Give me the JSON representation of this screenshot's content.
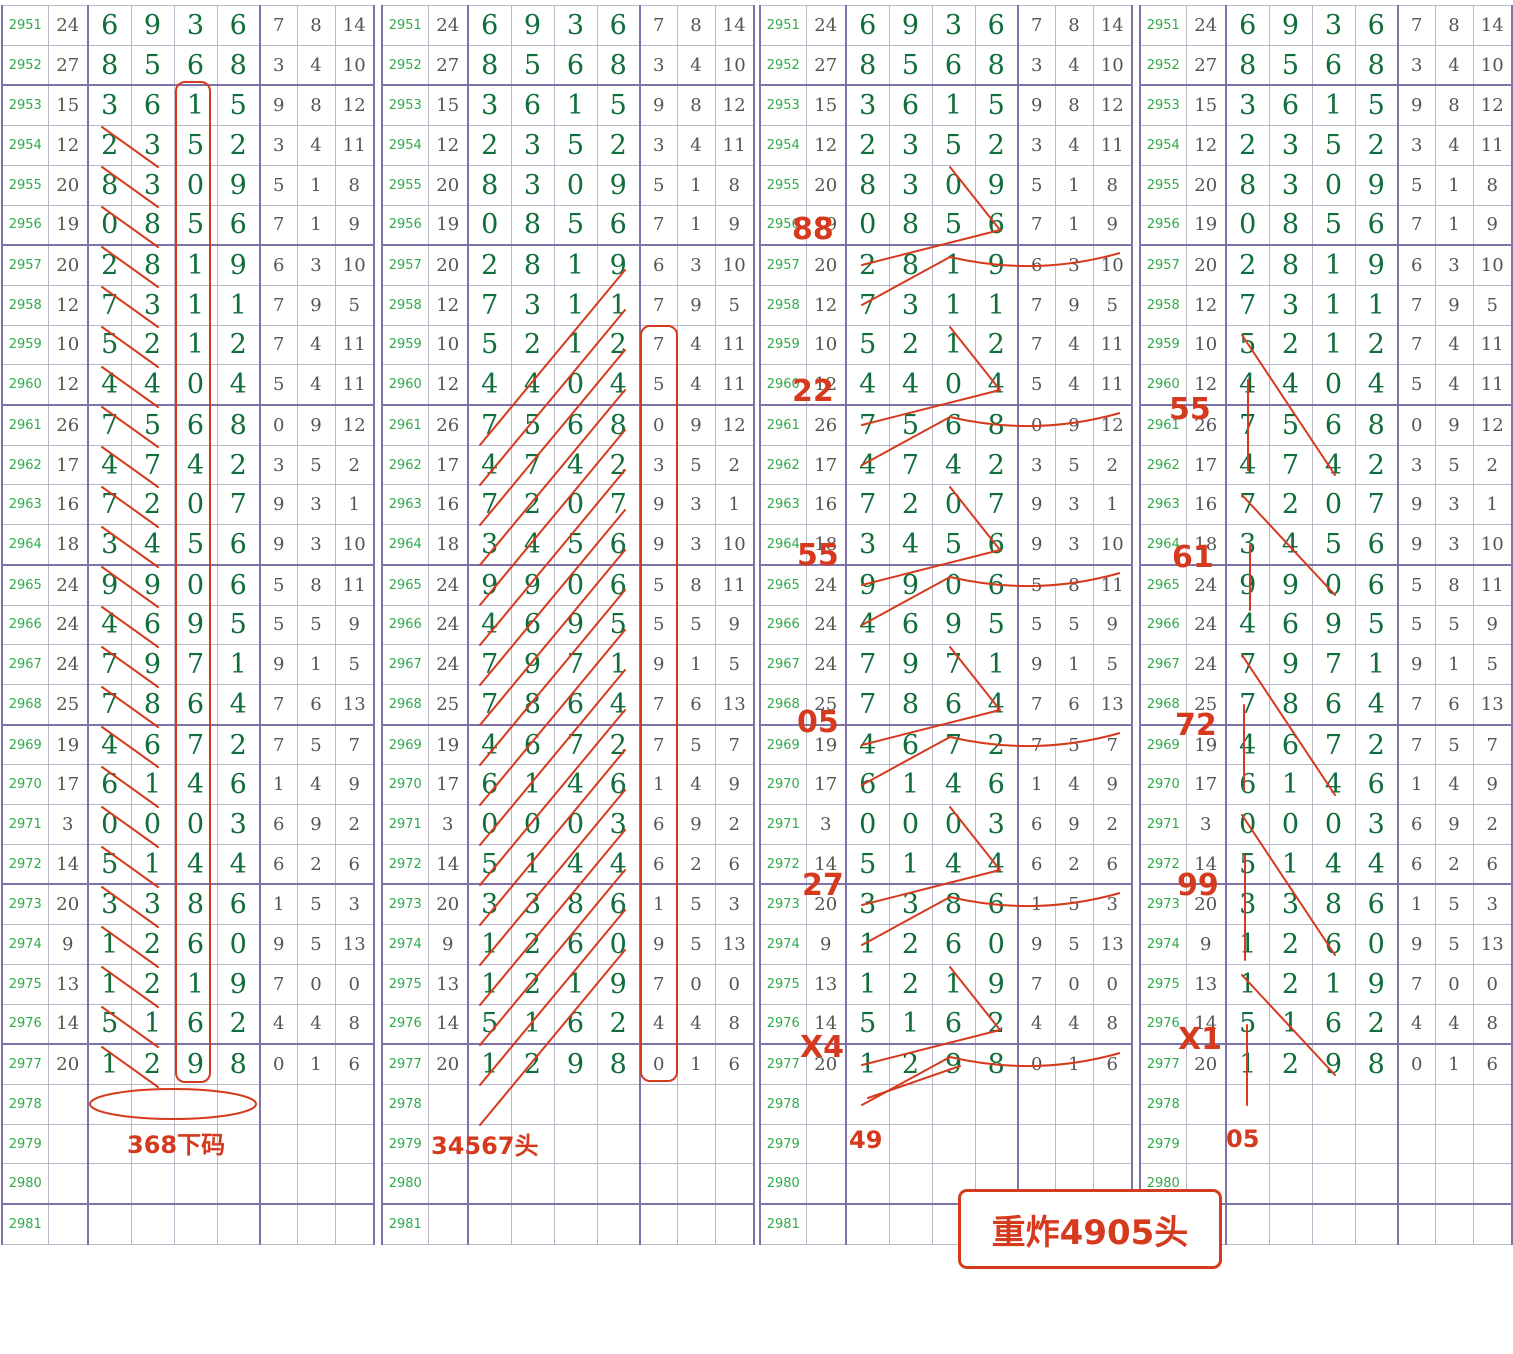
{
  "rows": [
    {
      "id": "2951",
      "s": "24",
      "d": [
        "6",
        "9",
        "3",
        "6"
      ],
      "t": [
        "7",
        "8",
        "14"
      ]
    },
    {
      "id": "2952",
      "s": "27",
      "d": [
        "8",
        "5",
        "6",
        "8"
      ],
      "t": [
        "3",
        "4",
        "10"
      ]
    },
    {
      "id": "2953",
      "s": "15",
      "d": [
        "3",
        "6",
        "1",
        "5"
      ],
      "t": [
        "9",
        "8",
        "12"
      ]
    },
    {
      "id": "2954",
      "s": "12",
      "d": [
        "2",
        "3",
        "5",
        "2"
      ],
      "t": [
        "3",
        "4",
        "11"
      ]
    },
    {
      "id": "2955",
      "s": "20",
      "d": [
        "8",
        "3",
        "0",
        "9"
      ],
      "t": [
        "5",
        "1",
        "8"
      ]
    },
    {
      "id": "2956",
      "s": "19",
      "d": [
        "0",
        "8",
        "5",
        "6"
      ],
      "t": [
        "7",
        "1",
        "9"
      ]
    },
    {
      "id": "2957",
      "s": "20",
      "d": [
        "2",
        "8",
        "1",
        "9"
      ],
      "t": [
        "6",
        "3",
        "10"
      ]
    },
    {
      "id": "2958",
      "s": "12",
      "d": [
        "7",
        "3",
        "1",
        "1"
      ],
      "t": [
        "7",
        "9",
        "5"
      ]
    },
    {
      "id": "2959",
      "s": "10",
      "d": [
        "5",
        "2",
        "1",
        "2"
      ],
      "t": [
        "7",
        "4",
        "11"
      ]
    },
    {
      "id": "2960",
      "s": "12",
      "d": [
        "4",
        "4",
        "0",
        "4"
      ],
      "t": [
        "5",
        "4",
        "11"
      ]
    },
    {
      "id": "2961",
      "s": "26",
      "d": [
        "7",
        "5",
        "6",
        "8"
      ],
      "t": [
        "0",
        "9",
        "12"
      ]
    },
    {
      "id": "2962",
      "s": "17",
      "d": [
        "4",
        "7",
        "4",
        "2"
      ],
      "t": [
        "3",
        "5",
        "2"
      ]
    },
    {
      "id": "2963",
      "s": "16",
      "d": [
        "7",
        "2",
        "0",
        "7"
      ],
      "t": [
        "9",
        "3",
        "1"
      ]
    },
    {
      "id": "2964",
      "s": "18",
      "d": [
        "3",
        "4",
        "5",
        "6"
      ],
      "t": [
        "9",
        "3",
        "10"
      ]
    },
    {
      "id": "2965",
      "s": "24",
      "d": [
        "9",
        "9",
        "0",
        "6"
      ],
      "t": [
        "5",
        "8",
        "11"
      ]
    },
    {
      "id": "2966",
      "s": "24",
      "d": [
        "4",
        "6",
        "9",
        "5"
      ],
      "t": [
        "5",
        "5",
        "9"
      ]
    },
    {
      "id": "2967",
      "s": "24",
      "d": [
        "7",
        "9",
        "7",
        "1"
      ],
      "t": [
        "9",
        "1",
        "5"
      ]
    },
    {
      "id": "2968",
      "s": "25",
      "d": [
        "7",
        "8",
        "6",
        "4"
      ],
      "t": [
        "7",
        "6",
        "13"
      ]
    },
    {
      "id": "2969",
      "s": "19",
      "d": [
        "4",
        "6",
        "7",
        "2"
      ],
      "t": [
        "7",
        "5",
        "7"
      ]
    },
    {
      "id": "2970",
      "s": "17",
      "d": [
        "6",
        "1",
        "4",
        "6"
      ],
      "t": [
        "1",
        "4",
        "9"
      ]
    },
    {
      "id": "2971",
      "s": "3",
      "d": [
        "0",
        "0",
        "0",
        "3"
      ],
      "t": [
        "6",
        "9",
        "2"
      ]
    },
    {
      "id": "2972",
      "s": "14",
      "d": [
        "5",
        "1",
        "4",
        "4"
      ],
      "t": [
        "6",
        "2",
        "6"
      ]
    },
    {
      "id": "2973",
      "s": "20",
      "d": [
        "3",
        "3",
        "8",
        "6"
      ],
      "t": [
        "1",
        "5",
        "3"
      ]
    },
    {
      "id": "2974",
      "s": "9",
      "d": [
        "1",
        "2",
        "6",
        "0"
      ],
      "t": [
        "9",
        "5",
        "13"
      ]
    },
    {
      "id": "2975",
      "s": "13",
      "d": [
        "1",
        "2",
        "1",
        "9"
      ],
      "t": [
        "7",
        "0",
        "0"
      ]
    },
    {
      "id": "2976",
      "s": "14",
      "d": [
        "5",
        "1",
        "6",
        "2"
      ],
      "t": [
        "4",
        "4",
        "8"
      ]
    },
    {
      "id": "2977",
      "s": "20",
      "d": [
        "1",
        "2",
        "9",
        "8"
      ],
      "t": [
        "0",
        "1",
        "6"
      ]
    },
    {
      "id": "2978",
      "s": "",
      "d": [
        "",
        "",
        "",
        ""
      ],
      "t": [
        "",
        "",
        ""
      ]
    },
    {
      "id": "2979",
      "s": "",
      "d": [
        "",
        "",
        "",
        ""
      ],
      "t": [
        "",
        "",
        ""
      ]
    },
    {
      "id": "2980",
      "s": "",
      "d": [
        "",
        "",
        "",
        ""
      ],
      "t": [
        "",
        "",
        ""
      ]
    },
    {
      "id": "2981",
      "s": "",
      "d": [
        "",
        "",
        "",
        ""
      ],
      "t": [
        "",
        "",
        ""
      ]
    }
  ],
  "annotations": {
    "p1": "368下码",
    "p2": "34567头",
    "p3_labels": [
      "88",
      "22",
      "55",
      "05",
      "27",
      "X4"
    ],
    "p3_bottom": "49",
    "p4_labels": [
      "55",
      "61",
      "72",
      "99",
      "X1"
    ],
    "p4_bottom": "05",
    "callout": "重炸4905头"
  },
  "colors": {
    "annotation": "#d63a1e",
    "digit": "#0f6e3a",
    "id": "#2faa4a",
    "grid": "#b8b8c8",
    "group_line": "#7f72a8"
  }
}
